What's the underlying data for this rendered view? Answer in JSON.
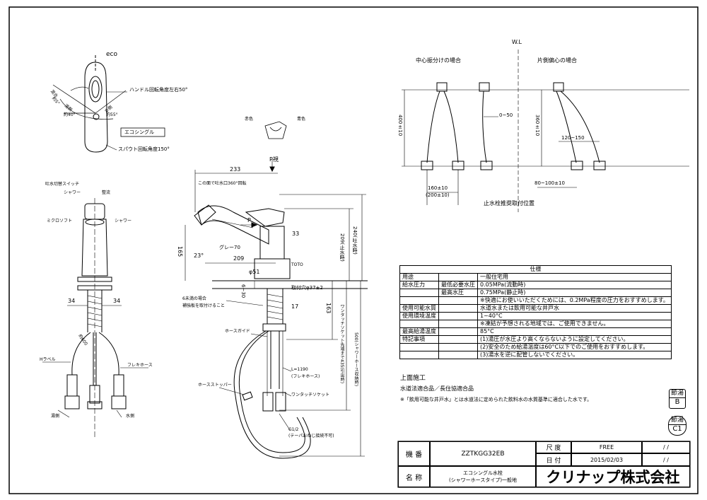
{
  "top_view": {
    "eco": "eco",
    "handle_rotation": "ハンドル回転角度左右50°",
    "eco_single": "エコシングル",
    "spout_rotation": "スパウト回転角度150°",
    "angle_hot": "湯側",
    "angle_hot_val": "約40°",
    "angle_cold": "水側",
    "angle_cold_val": "約55°",
    "angle_mix": "混合",
    "angle_mix_val": "約5°"
  },
  "front_view": {
    "switch": "吐水切替スイッチ",
    "shower": "シャワー",
    "straight": "整流",
    "microsoft": "ミクロソフト",
    "shower2": "シャワー",
    "dim_34_left": "34",
    "dim_34_right": "34",
    "hot_label": "Hラベル",
    "flexible_hose": "フレキホース",
    "hot_side": "湯側",
    "cold_side": "水側",
    "hose_len": "約600"
  },
  "side_view": {
    "red": "赤色",
    "blue": "青色",
    "p_view": "P視",
    "dim_233": "233",
    "rotation_360": "この面で吐水口360°回転",
    "p_arrow": "P",
    "dim_33": "33",
    "dim_165": "165",
    "dim_23": "23°",
    "gray": "グレー70",
    "dim_209": "209",
    "dim_209v": "209(止水時)",
    "dim_240v": "240(吐水時)",
    "dim_51": "φ51",
    "toto": "TOTO",
    "hole": "取付穴φ37±2",
    "dim_6_30": "6~30",
    "six_bolt": "6未満の場合",
    "reinforce": "補強板を取付けること",
    "dim_17": "17",
    "dim_163": "163",
    "hose_guide": "ホースガイド",
    "onetouch_435": "ワンタッチソケット先端まで435(引出時)",
    "dim_500": "500(シャワーホース収納時)",
    "l1190": "L=1190",
    "flex": "(フレキホース)",
    "stopper": "ホースストッパー",
    "socket": "ワンタッチソケット",
    "g12": "G1/2",
    "taper": "(テーパおねじ接続不可)"
  },
  "install_view": {
    "wl": "W.L",
    "center": "中心振分けの場合",
    "one_side": "片側偏心の場合",
    "dim_400": "400±10",
    "dim_0_50": "0~50",
    "dim_360": "360±10",
    "dim_120_150": "120~150",
    "dim_160": "160±10",
    "dim_200": "(200±10)",
    "dim_80_100": "80~100±10",
    "caption": "止水栓推奨取付位置"
  },
  "spec": {
    "title": "仕様",
    "rows": [
      [
        "用途",
        "",
        "一般住宅用"
      ],
      [
        "給水圧力",
        "最低必要水圧",
        "0.05MPa(流動時)"
      ],
      [
        "",
        "最高水圧",
        "0.75MPa(静止時)"
      ],
      [
        "",
        "",
        "※快適にお使いいただくためには、0.2MPa程度の圧力をおすすめします。"
      ],
      [
        "使用可能水質",
        "",
        "水道水または飲用可能な井戸水"
      ],
      [
        "使用環境温度",
        "",
        "1~40°C"
      ],
      [
        "",
        "",
        "※凍結が予想される地域では、ご使用できません。"
      ],
      [
        "最高給湯温度",
        "",
        "85°C"
      ],
      [
        "特記事項",
        "",
        "(1)湯圧が水圧より高くならないように設定してください。"
      ],
      [
        "",
        "",
        "(2)安全のため給湯温度は60°C以下でのご使用をおすすめします。"
      ],
      [
        "",
        "",
        "(3)湯水を逆に配管しないでください。"
      ]
    ],
    "top_install": "上面施工",
    "standards": "水道法適合品／長住協適合品",
    "note": "※「飲用可能な井戸水」とは水道法に定められた飲料水の水質基準に適合した水です。"
  },
  "badges": {
    "b1_top": "節湯",
    "b1_bottom": "B",
    "b2_top": "節湯",
    "b2_bottom": "C1"
  },
  "title_block": {
    "model_label": "機 番",
    "model": "ZZTKGG32EB",
    "scale_label": "尺 度",
    "scale": "FREE",
    "slash1": "/ /",
    "date_label": "日 付",
    "date": "2015/02/03",
    "slash2": "/ /",
    "name_label": "名 称",
    "name1": "エコシングル水栓",
    "name2": "(シャワーホースタイプ)一般地",
    "company": "クリナップ株式会社"
  }
}
